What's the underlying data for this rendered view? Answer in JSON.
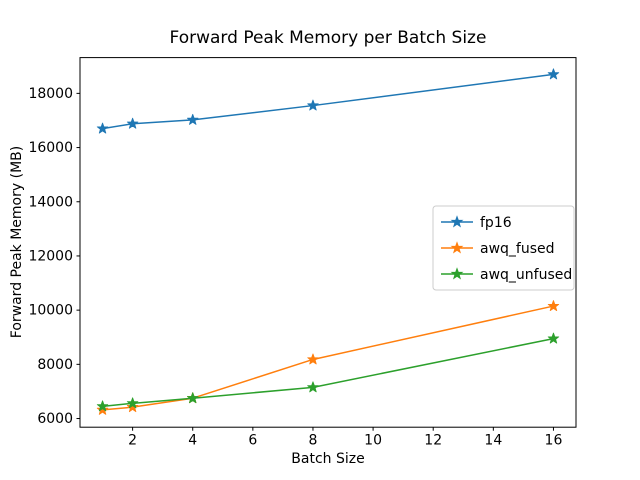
{
  "figure": {
    "title": "Forward Peak Memory per Batch Size",
    "xlabel": "Batch Size",
    "ylabel": "Forward Peak Memory (MB)"
  },
  "chart_data": {
    "type": "line",
    "title": "Forward Peak Memory per Batch Size",
    "xlabel": "Batch Size",
    "ylabel": "Forward Peak Memory (MB)",
    "x": [
      1,
      2,
      4,
      8,
      16
    ],
    "series": [
      {
        "name": "fp16",
        "color": "#1f77b4",
        "marker": "star",
        "values": [
          16700,
          16880,
          17020,
          17550,
          18700
        ]
      },
      {
        "name": "awq_fused",
        "color": "#ff7f0e",
        "marker": "star",
        "values": [
          6320,
          6420,
          6750,
          8180,
          10150
        ]
      },
      {
        "name": "awq_unfused",
        "color": "#2ca02c",
        "marker": "star",
        "values": [
          6450,
          6560,
          6750,
          7150,
          8950
        ]
      }
    ],
    "xlim": [
      0.25,
      16.75
    ],
    "ylim": [
      5680,
      19320
    ],
    "xticks": [
      2,
      4,
      6,
      8,
      10,
      12,
      14,
      16
    ],
    "yticks": [
      6000,
      8000,
      10000,
      12000,
      14000,
      16000,
      18000
    ],
    "grid": false,
    "legend_position": "center-right",
    "legend_labels": [
      "fp16",
      "awq_fused",
      "awq_unfused"
    ],
    "line_width": 1.5,
    "spine_color": "#000000",
    "legend_border_color": "#cccccc",
    "background_color": "#ffffff"
  }
}
